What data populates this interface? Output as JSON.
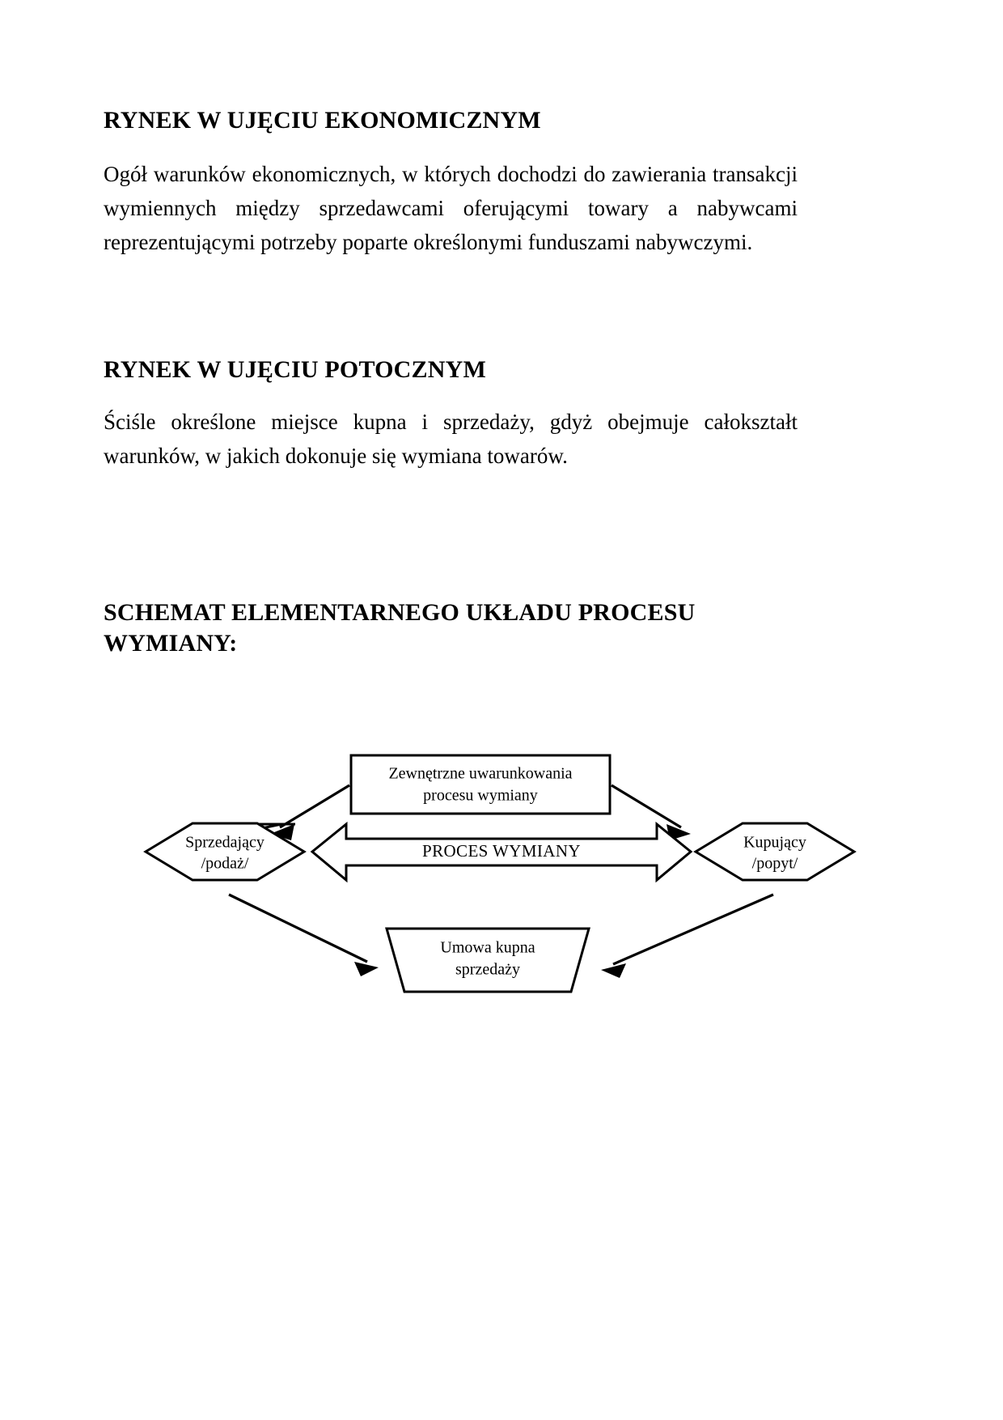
{
  "document": {
    "sections": [
      {
        "heading": "RYNEK W UJĘCIU EKONOMICZNYM",
        "paragraph": "Ogół warunków ekonomicznych, w których dochodzi do zawierania transakcji wymiennych między sprzedawcami oferującymi towary a nabywcami reprezentującymi potrzeby poparte określonymi funduszami nabywczymi."
      },
      {
        "heading": "RYNEK W UJĘCIU POTOCZNYM",
        "paragraph": "Ściśle określone miejsce kupna i sprzedaży, gdyż obejmuje całokształt warunków, w jakich dokonuje się wymiana towarów."
      },
      {
        "heading": "SCHEMAT ELEMENTARNEGO UKŁADU PROCESU WYMIANY:",
        "paragraph": ""
      }
    ]
  },
  "diagram": {
    "nodes": {
      "external_conditions": {
        "line1": "Zewnętrzne uwarunkowania",
        "line2": "procesu wymiany"
      },
      "seller": {
        "line1": "Sprzedający",
        "line2": "/podaż/"
      },
      "buyer": {
        "line1": "Kupujący",
        "line2": "/popyt/"
      },
      "contract": {
        "line1": "Umowa kupna",
        "line2": "sprzedaży"
      },
      "exchange_process": {
        "label": "PROCES WYMIANY"
      }
    },
    "colors": {
      "stroke": "#000000",
      "fill": "#ffffff",
      "text": "#000000"
    }
  }
}
